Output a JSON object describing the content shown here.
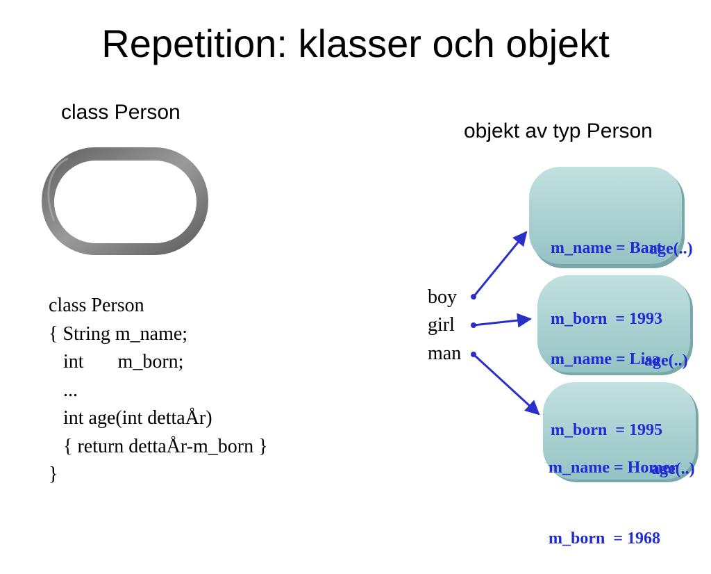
{
  "title": "Repetition: klasser och objekt",
  "class_heading": "class Person",
  "objects_heading": "objekt av typ Person",
  "code_lines": [
    "class Person",
    "{ String m_name;",
    "   int       m_born;",
    "   ...",
    "   int age(int dettaÅr)",
    "   { return dettaÅr-m_born }",
    "}"
  ],
  "variables": {
    "boy": "boy",
    "girl": "girl",
    "man": "man"
  },
  "objects": [
    {
      "name_line": "m_name = Bart",
      "born_line": "m_born  = 1993",
      "method": "age(..)"
    },
    {
      "name_line": "m_name = Lisa",
      "born_line": "m_born  = 1995",
      "method": "age(..)"
    },
    {
      "name_line": "m_name = Homer",
      "born_line": "m_born  = 1968",
      "method": "age(..)"
    }
  ],
  "colors": {
    "object_fill": "#a8cfcf",
    "object_text": "#1f2bd4",
    "arrow": "#2a2fc9",
    "ring": "#7a7a7a"
  }
}
